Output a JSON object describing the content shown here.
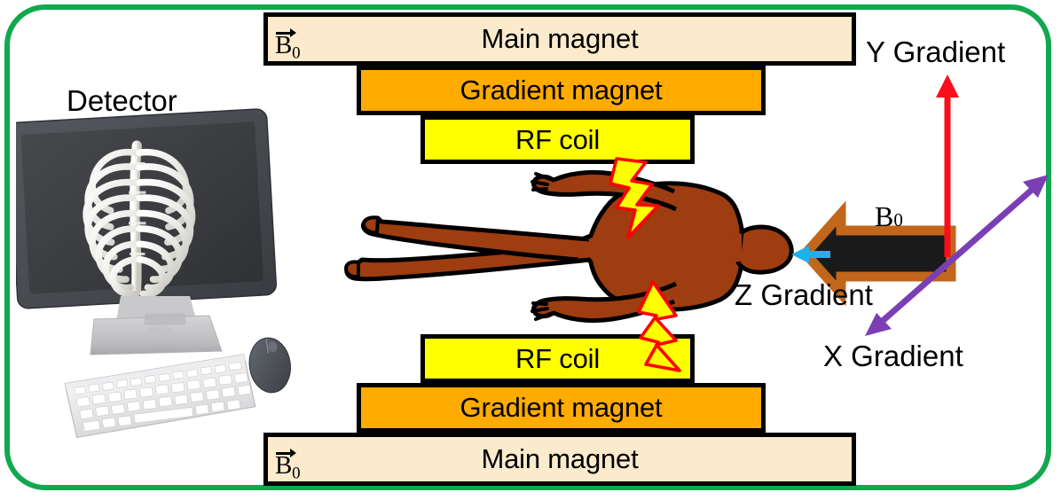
{
  "figure": {
    "title": "MRI scanner schematic",
    "frame_color": "#11a84e",
    "background": "#ffffff"
  },
  "labels": {
    "detector": "Detector",
    "y_gradient": "Y Gradient",
    "x_gradient": "X Gradient",
    "z_gradient": "Z Gradient",
    "b0_field": "B",
    "b0_subscript": "0"
  },
  "magnet_stack_top": [
    {
      "name": "main-magnet",
      "label": "Main magnet",
      "color": "#fbeacb",
      "has_b0": true
    },
    {
      "name": "gradient-magnet",
      "label": "Gradient magnet",
      "color": "#ffab00",
      "has_b0": false
    },
    {
      "name": "rf-coil",
      "label": "RF coil",
      "color": "#ffff00",
      "has_b0": false
    }
  ],
  "magnet_stack_bottom": [
    {
      "name": "rf-coil",
      "label": "RF coil",
      "color": "#ffff00",
      "has_b0": false
    },
    {
      "name": "gradient-magnet",
      "label": "Gradient magnet",
      "color": "#ffab00",
      "has_b0": false
    },
    {
      "name": "main-magnet",
      "label": "Main magnet",
      "color": "#fbeacb",
      "has_b0": true
    }
  ],
  "arrows": {
    "y_gradient": {
      "color": "#fc0d1b",
      "direction": "up",
      "heads": 1
    },
    "x_gradient": {
      "color": "#7b3fb5",
      "direction": "diagonal",
      "heads": 2
    },
    "z_gradient": {
      "color": "#22b0ea",
      "direction": "left",
      "heads": 1
    },
    "b0": {
      "fill": "#1a1a1a",
      "stroke": "#c1661a",
      "direction": "left",
      "heads": 1
    }
  },
  "patient": {
    "name": "patient-body",
    "skin_color": "#9e3d10",
    "outline_color": "#000000",
    "orientation": "supine-head-right"
  },
  "rf_pulses": [
    {
      "name": "rf-pulse-top",
      "fill": "#ffff00",
      "stroke": "#ff0000"
    },
    {
      "name": "rf-pulse-bottom",
      "fill": "#ffff00",
      "stroke": "#ff0000"
    }
  ],
  "detector": {
    "screen_content": "3D rib cage reconstruction",
    "screen_color": "#3a3c40",
    "bezel_color": "#4b4e53",
    "peripherals": [
      "keyboard",
      "mouse"
    ]
  }
}
